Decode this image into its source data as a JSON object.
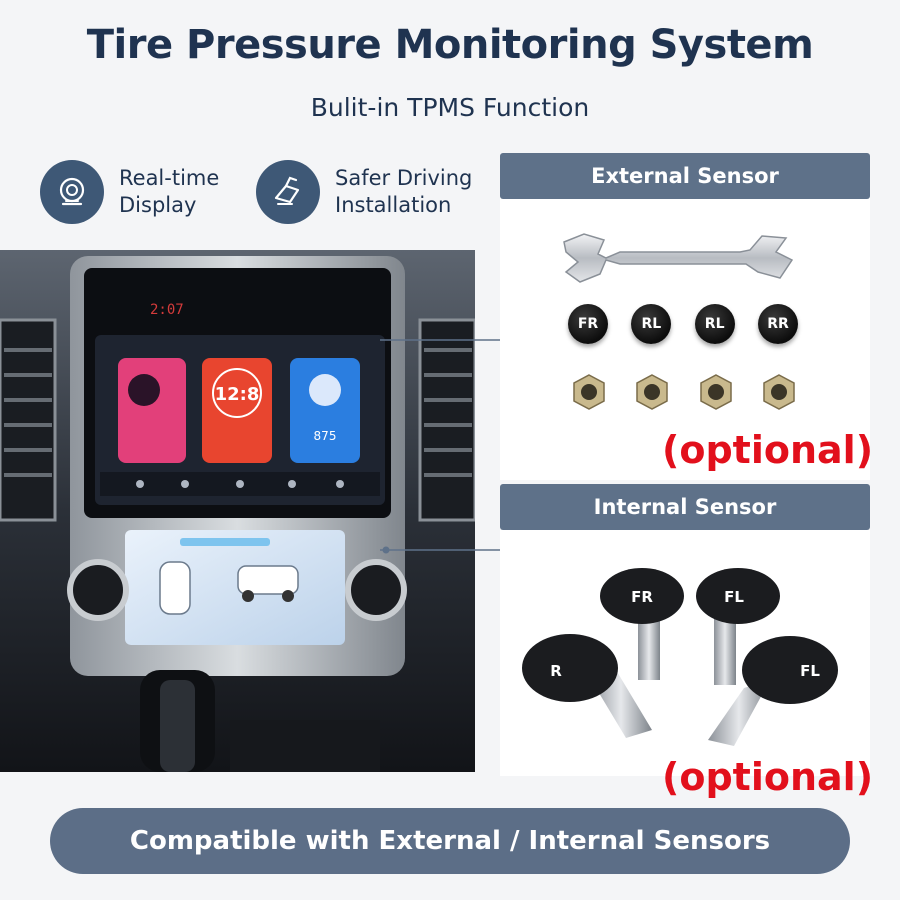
{
  "title": "Tire Pressure Monitoring System",
  "subtitle": "Bulit-in TPMS Function",
  "features": [
    {
      "icon": "gauge-icon",
      "line1": "Real-time",
      "line2": "Display"
    },
    {
      "icon": "install-hand-icon",
      "line1": "Safer Driving",
      "line2": "Installation"
    }
  ],
  "external": {
    "header": "External Sensor",
    "caps": [
      "FR",
      "RL",
      "RL",
      "RR"
    ],
    "optional": "(optional)"
  },
  "internal": {
    "header": "Internal Sensor",
    "labels": [
      "FR",
      "FL",
      "R",
      "FL"
    ],
    "optional": "(optional)"
  },
  "screen": {
    "time": "12:8",
    "top_readout": "2:07",
    "value": "875"
  },
  "bottom_banner": "Compatible with External / Internal Sensors",
  "colors": {
    "title": "#1f3350",
    "panel_header": "#5e7189",
    "banner": "#5c6e87",
    "optional": "#e2101c",
    "icon_circle": "#3e5876"
  }
}
